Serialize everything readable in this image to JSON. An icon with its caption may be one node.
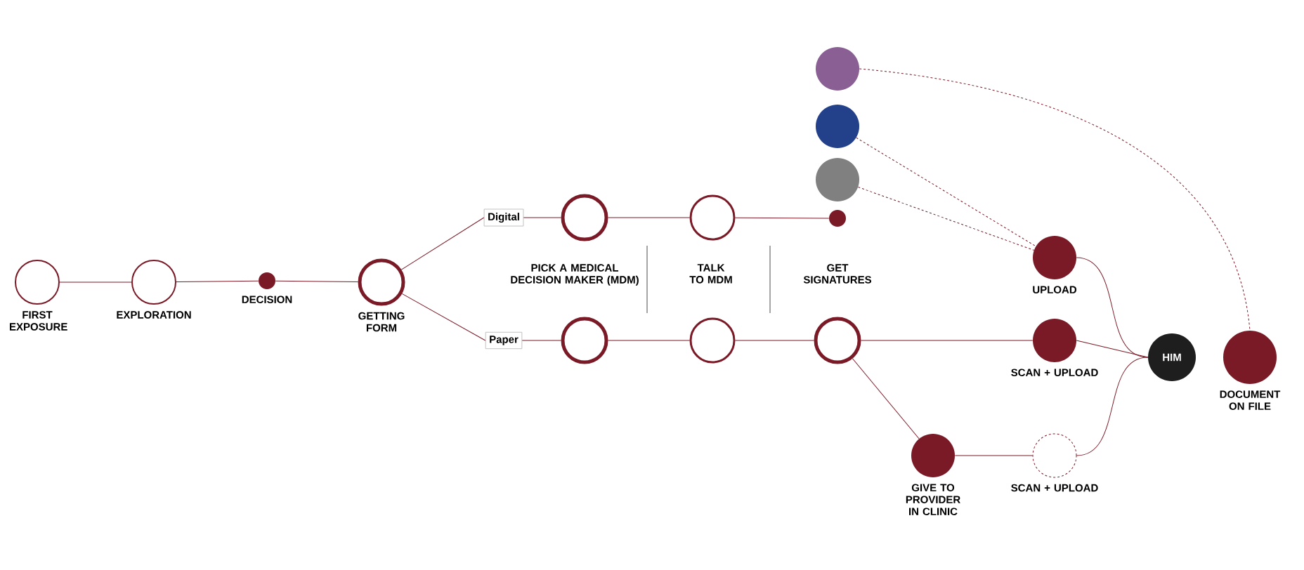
{
  "diagram": {
    "nodes": [
      {
        "text": [],
        "shape": "circle",
        "beside": [
          "FIRST EXPOSURE"
        ]
      },
      {
        "text": [],
        "shape": "circle",
        "beside": [
          "EXPLORATION"
        ]
      },
      {
        "text": [],
        "shape": "circle",
        "beside": [
          "DECISION"
        ]
      },
      {
        "text": [],
        "shape": "circle",
        "beside": [
          "GETTING FORM"
        ]
      },
      {
        "text": [
          "Digital"
        ]
      },
      {
        "text": [
          "Paper"
        ]
      },
      {
        "text": [],
        "shape": "circle"
      },
      {
        "text": [],
        "shape": "circle"
      },
      {
        "text": [],
        "shape": "circle"
      },
      {
        "text": [],
        "shape": "circle"
      },
      {
        "text": [],
        "shape": "circle"
      },
      {
        "text": [],
        "shape": "circle"
      },
      {
        "text": [],
        "shape": "circle"
      },
      {
        "text": [],
        "shape": "circle"
      },
      {
        "text": [],
        "shape": "circle"
      },
      {
        "text": [],
        "shape": "circle",
        "beside": [
          "UPLOAD"
        ]
      },
      {
        "text": [],
        "shape": "circle",
        "beside": [
          "SCAN + UPLOAD"
        ]
      },
      {
        "text": [],
        "shape": "circle",
        "beside": [
          "GIVE TO PROVIDER IN CLINIC"
        ]
      },
      {
        "text": [],
        "shape": "circle",
        "beside": [
          "SCAN + UPLOAD"
        ]
      },
      {
        "text": [
          "HIM"
        ]
      },
      {
        "text": [],
        "shape": "circle",
        "beside": [
          "DOCUMENT ON FILE"
        ]
      }
    ],
    "edges": [
      {
        "from": 0,
        "to": 1,
        "arrow": "none"
      },
      {
        "from": 1,
        "to": 2,
        "arrow": "none"
      },
      {
        "from": 2,
        "to": 3,
        "arrow": "none"
      },
      {
        "from": 3,
        "to": 4,
        "arrow": "none"
      },
      {
        "from": 3,
        "to": 5,
        "arrow": "none"
      },
      {
        "from": 4,
        "to": 6,
        "arrow": "none"
      },
      {
        "from": 6,
        "to": 7,
        "arrow": "none"
      },
      {
        "from": 7,
        "to": 8,
        "arrow": "none"
      },
      {
        "from": 5,
        "to": 9,
        "arrow": "none"
      },
      {
        "from": 9,
        "to": 10,
        "arrow": "none"
      },
      {
        "from": 10,
        "to": 11,
        "arrow": "none"
      },
      {
        "from": 11,
        "to": 16,
        "arrow": "none"
      },
      {
        "from": 11,
        "to": 17,
        "arrow": "none"
      },
      {
        "from": 17,
        "to": 18,
        "arrow": "none"
      },
      {
        "from": 12,
        "to": 20,
        "arrow": "none",
        "style": "dashed"
      },
      {
        "from": 13,
        "to": 15,
        "arrow": "none",
        "style": "dashed"
      },
      {
        "from": 14,
        "to": 15,
        "arrow": "none",
        "style": "dashed"
      },
      {
        "from": 15,
        "to": 19,
        "arrow": "none"
      },
      {
        "from": 16,
        "to": 19,
        "arrow": "none"
      },
      {
        "from": 18,
        "to": 19,
        "arrow": "none"
      }
    ],
    "labels": [
      "PICK A MEDICAL DECISION MAKER (MDM)",
      "TALK TO MDM",
      "GET SIGNATURES"
    ]
  }
}
